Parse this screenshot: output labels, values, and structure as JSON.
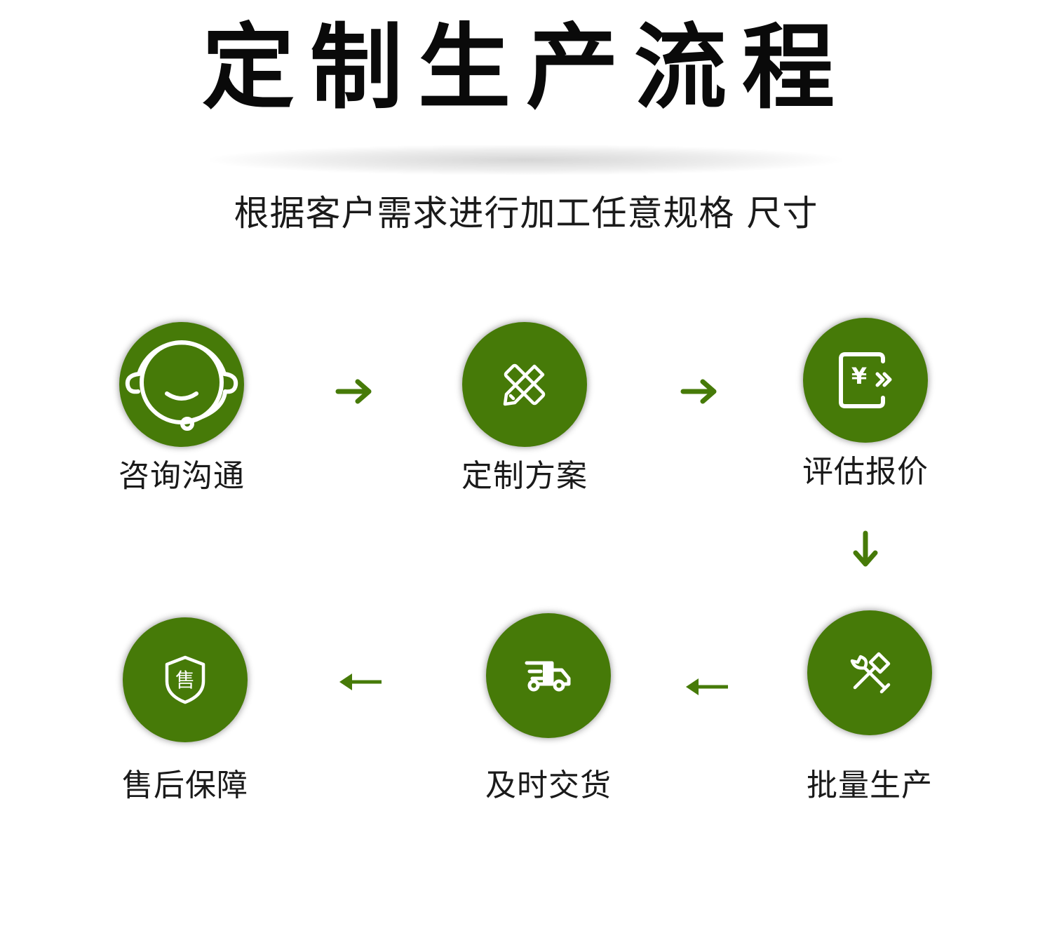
{
  "title": "定制生产流程",
  "subtitle": "根据客户需求进行加工任意规格 尺寸",
  "colors": {
    "accent": "#467a08",
    "text": "#1a1a1a"
  },
  "steps": [
    {
      "label": "咨询沟通",
      "icon": "headset-support-icon"
    },
    {
      "label": "定制方案",
      "icon": "pencil-ruler-icon"
    },
    {
      "label": "评估报价",
      "icon": "yuan-quote-icon"
    },
    {
      "label": "批量生产",
      "icon": "hammer-wrench-icon"
    },
    {
      "label": "及时交货",
      "icon": "delivery-truck-icon"
    },
    {
      "label": "售后保障",
      "icon": "shield-service-icon"
    }
  ],
  "icon_glyphs": {
    "yuan": "¥",
    "shield": "售"
  }
}
